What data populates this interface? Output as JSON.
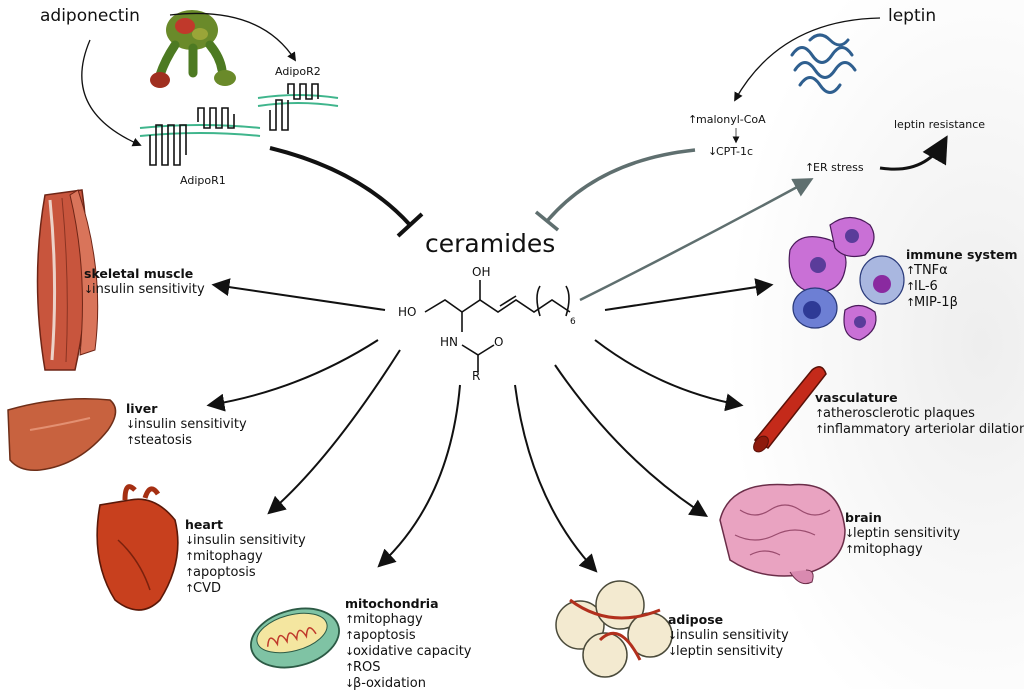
{
  "regulators": {
    "adiponectin": "adiponectin",
    "adipor1": "AdipoR1",
    "adipor2": "AdipoR2",
    "leptin": "leptin",
    "malonyl_coa": "malonyl-CoA",
    "cpt1c": "CPT-1c",
    "er_stress": "ER stress",
    "leptin_resistance": "leptin resistance"
  },
  "center": {
    "title": "ceramides",
    "oh_label": "OH",
    "ho_label": "HO",
    "hn_label": "HN",
    "o_label": "O",
    "r_label": "R",
    "subscript": "6"
  },
  "arrows": {
    "up": "↑",
    "down": "↓"
  },
  "targets": {
    "skeletal_muscle": {
      "title": "skeletal muscle",
      "effects": [
        {
          "dir": "↓",
          "text": "insulin sensitivity"
        }
      ]
    },
    "liver": {
      "title": "liver",
      "effects": [
        {
          "dir": "↓",
          "text": "insulin sensitivity"
        },
        {
          "dir": "↑",
          "text": "steatosis"
        }
      ]
    },
    "heart": {
      "title": "heart",
      "effects": [
        {
          "dir": "↓",
          "text": "insulin sensitivity"
        },
        {
          "dir": "↑",
          "text": "mitophagy"
        },
        {
          "dir": "↑",
          "text": "apoptosis"
        },
        {
          "dir": "↑",
          "text": "CVD"
        }
      ]
    },
    "mitochondria": {
      "title": "mitochondria",
      "effects": [
        {
          "dir": "↑",
          "text": "mitophagy"
        },
        {
          "dir": "↑",
          "text": "apoptosis"
        },
        {
          "dir": "↓",
          "text": "oxidative capacity"
        },
        {
          "dir": "↑",
          "text": "ROS"
        },
        {
          "dir": "↓",
          "text": "β-oxidation"
        }
      ]
    },
    "adipose": {
      "title": "adipose",
      "effects": [
        {
          "dir": "↓",
          "text": "insulin sensitivity"
        },
        {
          "dir": "↓",
          "text": "leptin sensitivity"
        }
      ]
    },
    "brain": {
      "title": "brain",
      "effects": [
        {
          "dir": "↓",
          "text": "leptin sensitivity"
        },
        {
          "dir": "↑",
          "text": "mitophagy"
        }
      ]
    },
    "vasculature": {
      "title": "vasculature",
      "effects": [
        {
          "dir": "↑",
          "text": "atherosclerotic plaques"
        },
        {
          "dir": "↑",
          "text": "inflammatory arteriolar dilation"
        }
      ]
    },
    "immune_system": {
      "title": "immune system",
      "effects": [
        {
          "dir": "↑",
          "text": "TNFα"
        },
        {
          "dir": "↑",
          "text": "IL-6"
        },
        {
          "dir": "↑",
          "text": "MIP-1β"
        }
      ]
    }
  },
  "colors": {
    "arrow_dark": "#111111",
    "arrow_gray": "#5f6f6f",
    "muscle": "#c8553d",
    "liver": "#c8623f",
    "heart": "#c8401e",
    "mito_fill": "#7fc3a4",
    "adipose_fill": "#f3ead0",
    "vessel": "#c42a1a",
    "brain": "#e9a3c1",
    "cell_body": "#c970d6",
    "cell_nucleus": "#5a3c9a",
    "membrane": "#3fb58c"
  }
}
